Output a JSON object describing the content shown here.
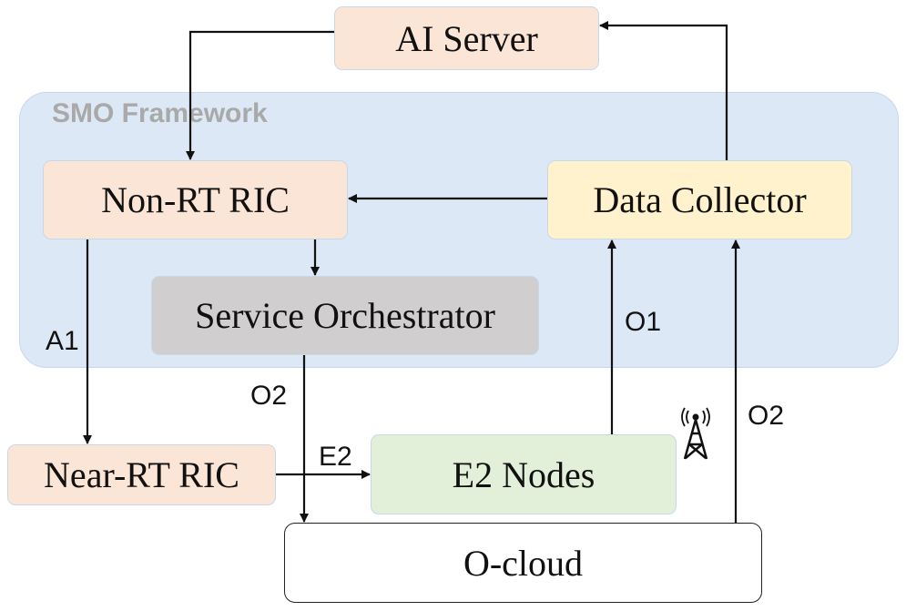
{
  "frame": {
    "label": "SMO Framework"
  },
  "nodes": {
    "ai_server": "AI Server",
    "non_rt_ric": "Non-RT RIC",
    "data_collector": "Data Collector",
    "service_orchestrator": "Service Orchestrator",
    "near_rt_ric": "Near-RT RIC",
    "e2_nodes": "E2 Nodes",
    "o_cloud": "O-cloud"
  },
  "interfaces": {
    "a1": "A1",
    "o2_left": "O2",
    "o1": "O1",
    "o2_right": "O2",
    "e2": "E2"
  },
  "colors": {
    "frame_fill": "#dce8f5",
    "frame_label": "#a9a9a9",
    "peach": "#fbe5d6",
    "yellow": "#fff2cc",
    "grey": "#d0cece",
    "green": "#e2f0d9",
    "arrow": "#111111"
  },
  "icons": {
    "e2_nodes": "radio-tower-icon"
  }
}
